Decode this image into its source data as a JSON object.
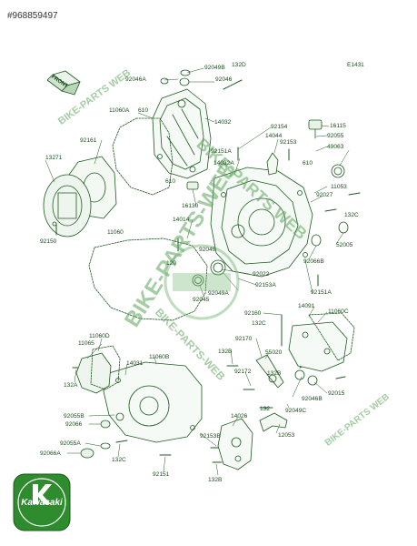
{
  "reference_id": "#968859497",
  "figure_code": "E1431",
  "front_label": "FRONT",
  "brand": "Kawasaki",
  "watermarks": [
    "BIKE-PARTS WEB",
    "BIKE-PARTS WEB",
    "BIKE-PARTS-WEB",
    "BIKE-PARTS-WEB",
    "BIKE-PARTS WEB"
  ],
  "colors": {
    "line": "#1f5a1f",
    "label": "#1d4d1d",
    "watermark": "#5aa55a",
    "logo": "#2e8b2e"
  },
  "part_labels": [
    {
      "id": "p01",
      "text": "92049B"
    },
    {
      "id": "p02",
      "text": "132D"
    },
    {
      "id": "p03",
      "text": "92046A"
    },
    {
      "id": "p04",
      "text": "92046"
    },
    {
      "id": "p05",
      "text": "11060A"
    },
    {
      "id": "p06",
      "text": "610"
    },
    {
      "id": "p07",
      "text": "14032"
    },
    {
      "id": "p08",
      "text": "92161"
    },
    {
      "id": "p09",
      "text": "92154"
    },
    {
      "id": "p10",
      "text": "16115"
    },
    {
      "id": "p11",
      "text": "14044"
    },
    {
      "id": "p12",
      "text": "92055"
    },
    {
      "id": "p13",
      "text": "92153"
    },
    {
      "id": "p14",
      "text": "49063"
    },
    {
      "id": "p15",
      "text": "13271"
    },
    {
      "id": "p16",
      "text": "92151A"
    },
    {
      "id": "p17",
      "text": "14032A"
    },
    {
      "id": "p18",
      "text": "610"
    },
    {
      "id": "p19",
      "text": "610"
    },
    {
      "id": "p20",
      "text": "92027"
    },
    {
      "id": "p21",
      "text": "11053"
    },
    {
      "id": "p22",
      "text": "16130"
    },
    {
      "id": "p23",
      "text": "14014"
    },
    {
      "id": "p24",
      "text": "132C"
    },
    {
      "id": "p25",
      "text": "92150"
    },
    {
      "id": "p26",
      "text": "11060"
    },
    {
      "id": "p27",
      "text": "52005"
    },
    {
      "id": "p28",
      "text": "92049"
    },
    {
      "id": "p29",
      "text": "120"
    },
    {
      "id": "p30",
      "text": "92066B"
    },
    {
      "id": "p31",
      "text": "92022"
    },
    {
      "id": "p32",
      "text": "92153A"
    },
    {
      "id": "p33",
      "text": "92151A"
    },
    {
      "id": "p34",
      "text": "92049A"
    },
    {
      "id": "p35",
      "text": "92045"
    },
    {
      "id": "p36",
      "text": "14091"
    },
    {
      "id": "p37",
      "text": "11060C"
    },
    {
      "id": "p38",
      "text": "92160"
    },
    {
      "id": "p39",
      "text": "132C"
    },
    {
      "id": "p40",
      "text": "11060D"
    },
    {
      "id": "p41",
      "text": "11065"
    },
    {
      "id": "p42",
      "text": "92170"
    },
    {
      "id": "p43",
      "text": "132B"
    },
    {
      "id": "p44",
      "text": "55020"
    },
    {
      "id": "p45",
      "text": "14031"
    },
    {
      "id": "p46",
      "text": "11060B"
    },
    {
      "id": "p47",
      "text": "92172"
    },
    {
      "id": "p48",
      "text": "132B"
    },
    {
      "id": "p49",
      "text": "92046B"
    },
    {
      "id": "p50",
      "text": "92015"
    },
    {
      "id": "p51",
      "text": "132A"
    },
    {
      "id": "p52",
      "text": "132"
    },
    {
      "id": "p53",
      "text": "92049C"
    },
    {
      "id": "p54",
      "text": "92055B"
    },
    {
      "id": "p55",
      "text": "92066"
    },
    {
      "id": "p56",
      "text": "14026"
    },
    {
      "id": "p57",
      "text": "12053"
    },
    {
      "id": "p58",
      "text": "92153B"
    },
    {
      "id": "p59",
      "text": "92055A"
    },
    {
      "id": "p60",
      "text": "92066A"
    },
    {
      "id": "p61",
      "text": "132C"
    },
    {
      "id": "p62",
      "text": "92151"
    },
    {
      "id": "p63",
      "text": "132B"
    }
  ]
}
